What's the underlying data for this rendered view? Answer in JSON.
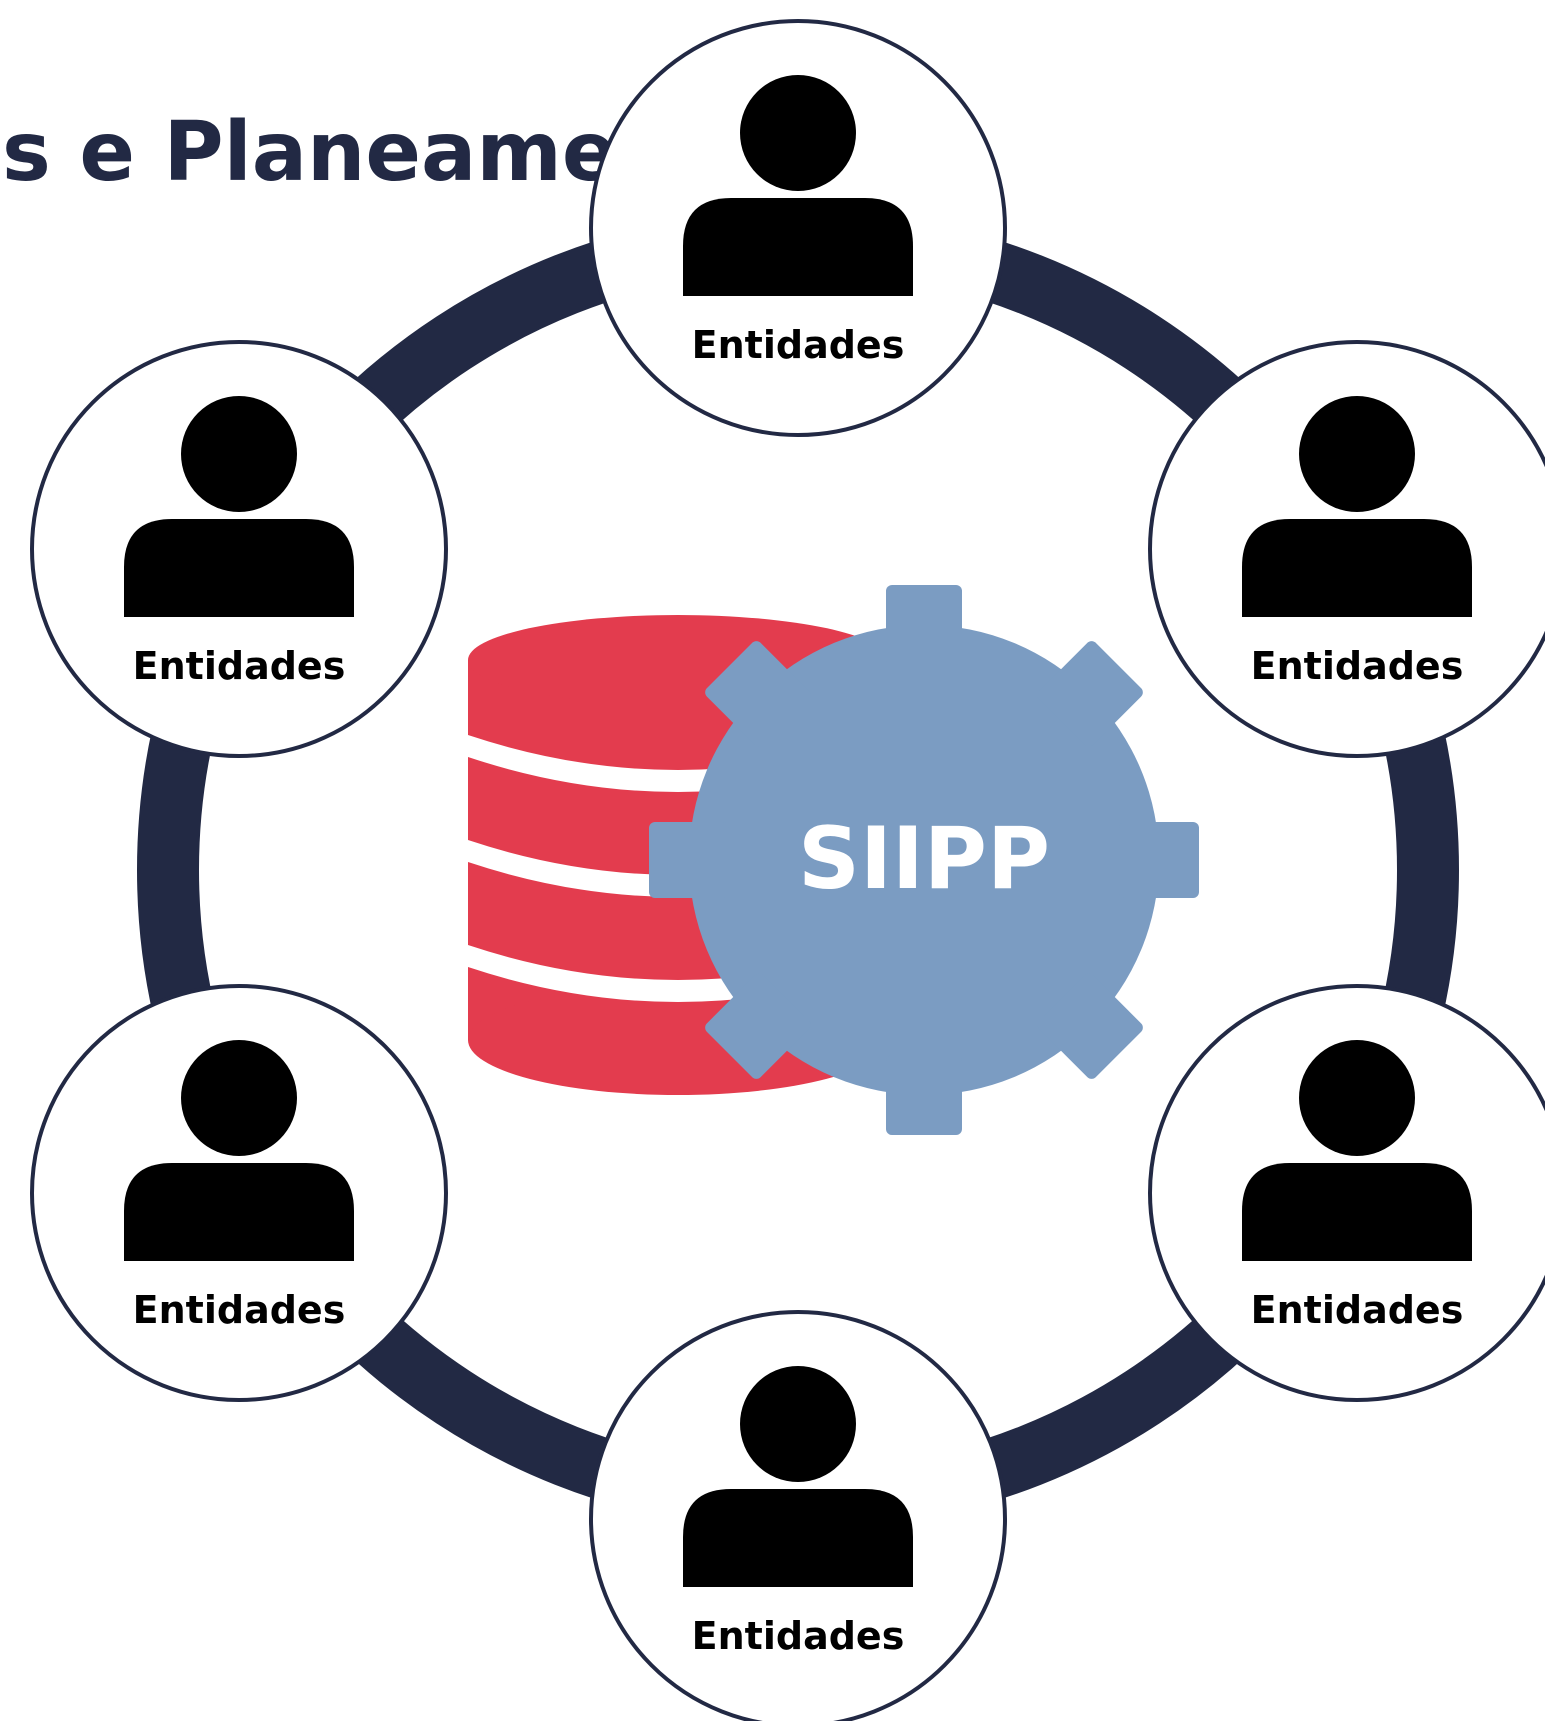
{
  "title": "s e Planeamento",
  "center": {
    "label": "SIIPP",
    "database_icon": "database-icon",
    "gear_icon": "gear-icon"
  },
  "nodes": [
    {
      "label": "Entidades",
      "icon": "person-icon"
    },
    {
      "label": "Entidades",
      "icon": "person-icon"
    },
    {
      "label": "Entidades",
      "icon": "person-icon"
    },
    {
      "label": "Entidades",
      "icon": "person-icon"
    },
    {
      "label": "Entidades",
      "icon": "person-icon"
    },
    {
      "label": "Entidades",
      "icon": "person-icon"
    }
  ],
  "colors": {
    "ring": "#222944",
    "title": "#222944",
    "database": "#e33c4e",
    "gear": "#7b9cc2",
    "person": "#000000",
    "node_border": "#222944"
  }
}
